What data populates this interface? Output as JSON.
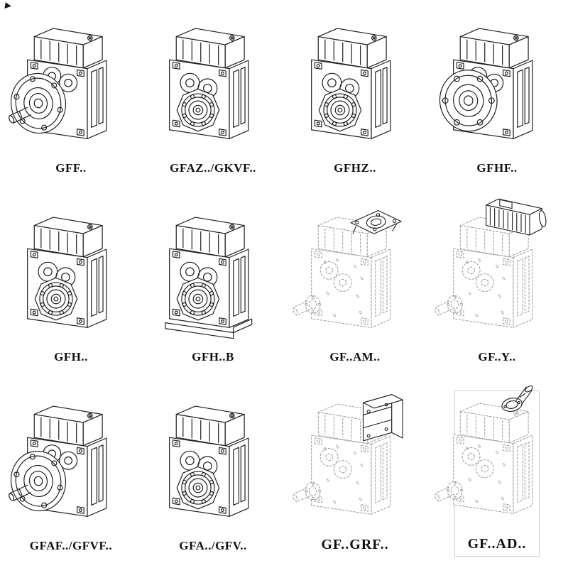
{
  "page": {
    "background": "#ffffff",
    "colors": {
      "line": "#1f1f1f",
      "dashed_line": "#979797",
      "label": "#111111",
      "frame": "#cfcfcf"
    }
  },
  "grid": {
    "rows": 3,
    "cols": 4,
    "cells": [
      {
        "label": "GFF..",
        "icon": "gearbox-flange-shaft-drawing",
        "style": "solid",
        "flange": "shaft"
      },
      {
        "label": "GFAZ../GKVF..",
        "icon": "gearbox-hollow-shaft-drawing",
        "style": "solid",
        "flange": "none"
      },
      {
        "label": "GFHZ..",
        "icon": "gearbox-hollow-shaft-drawing",
        "style": "solid",
        "flange": "none"
      },
      {
        "label": "GFHF..",
        "icon": "gearbox-flange-front-drawing",
        "style": "solid",
        "flange": "front"
      },
      {
        "label": "GFH..",
        "icon": "gearbox-hollow-shaft-drawing",
        "style": "solid",
        "flange": "none"
      },
      {
        "label": "GFH..B",
        "icon": "gearbox-with-base-drawing",
        "style": "solid",
        "flange": "none",
        "base": true
      },
      {
        "label": "GF..AM..",
        "icon": "gearbox-adapter-flange-drawing",
        "style": "dashed",
        "attachment": "flange-plate"
      },
      {
        "label": "GF..Y..",
        "icon": "gearbox-with-motor-drawing",
        "style": "dashed",
        "attachment": "motor"
      },
      {
        "label": "GFAF../GFVF..",
        "icon": "gearbox-flange-shaft-drawing",
        "style": "solid",
        "flange": "shaft"
      },
      {
        "label": "GFA../GFV..",
        "icon": "gearbox-hollow-shaft-drawing",
        "style": "solid",
        "flange": "none"
      },
      {
        "label": "GF..GRF..",
        "icon": "gearbox-adapter-box-drawing",
        "style": "dashed",
        "attachment": "adapter-box"
      },
      {
        "label": "GF..AD..",
        "icon": "gearbox-input-shaft-drawing",
        "style": "dashed",
        "attachment": "input-shaft"
      }
    ]
  }
}
